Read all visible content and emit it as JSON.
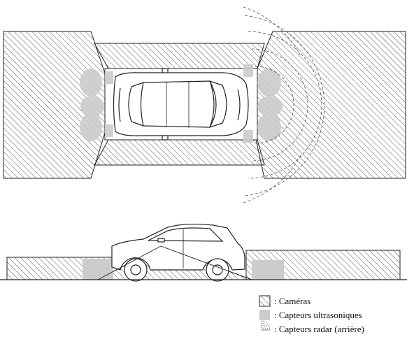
{
  "legend": {
    "cameras": ": Caméras",
    "ultrasonic": ": Capteurs ultrasoniques",
    "radar": ": Capteurs radar (arrière)"
  },
  "colors": {
    "hatch": "#444444",
    "sensor_gray": "#cccccc",
    "radar_dash": "#555555",
    "line": "#222222"
  }
}
